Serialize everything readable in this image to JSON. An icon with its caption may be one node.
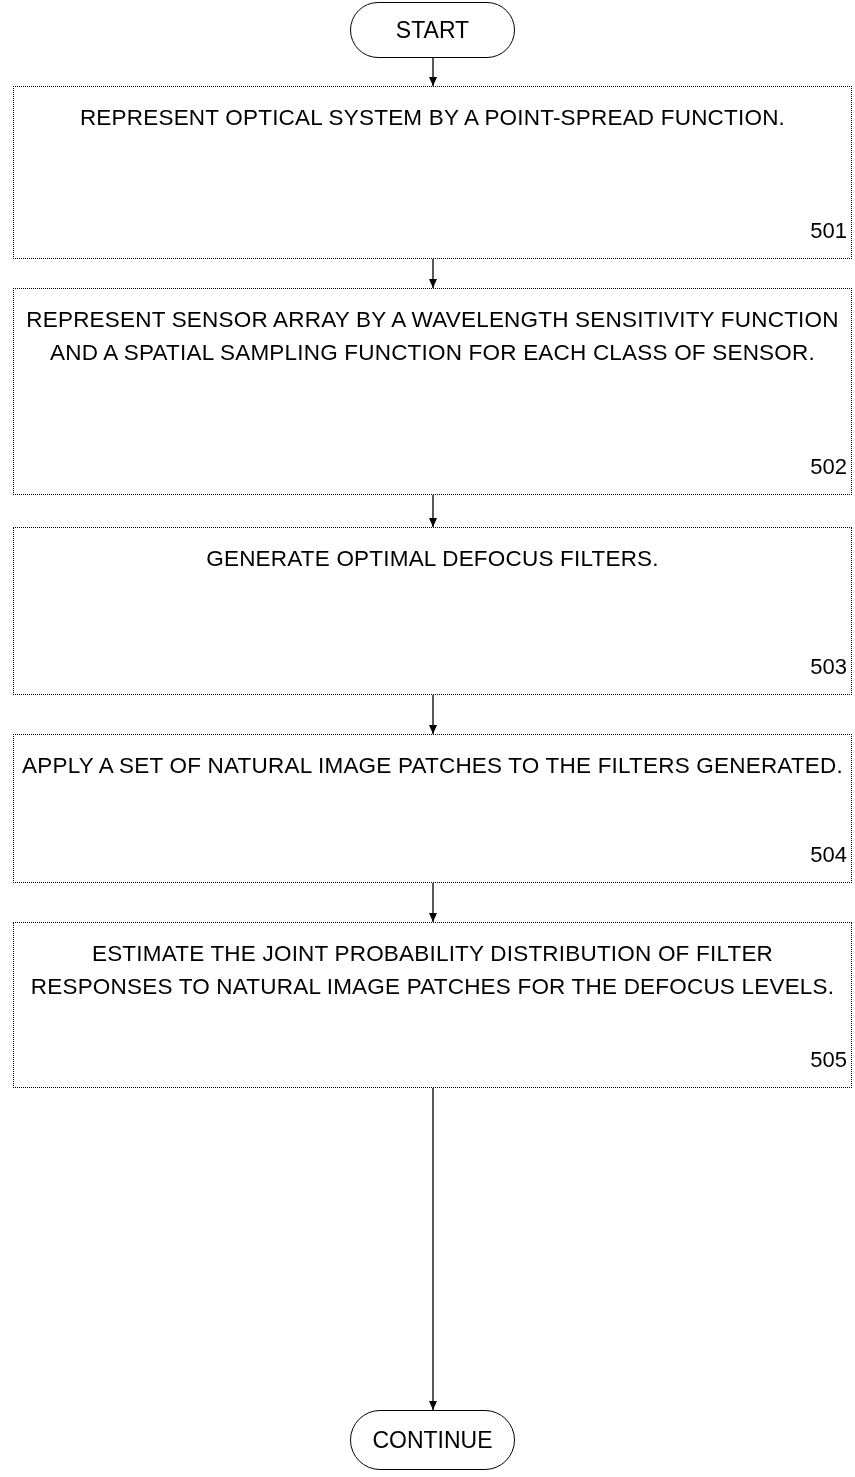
{
  "diagram": {
    "nodes": [
      {
        "text": [
          "START"
        ]
      },
      {
        "text": [
          "REPRESENT OPTICAL SYSTEM BY A POINT-SPREAD FUNCTION.",
          "501"
        ]
      },
      {
        "text": [
          "REPRESENT SENSOR ARRAY BY A WAVELENGTH SENSITIVITY FUNCTION AND A SPATIAL SAMPLING FUNCTION FOR EACH CLASS OF SENSOR.",
          "502"
        ]
      },
      {
        "text": [
          "GENERATE OPTIMAL DEFOCUS FILTERS.",
          "503"
        ]
      },
      {
        "text": [
          "APPLY A SET OF NATURAL IMAGE PATCHES TO THE FILTERS GENERATED.",
          "504"
        ]
      },
      {
        "text": [
          "ESTIMATE THE JOINT PROBABILITY DISTRIBUTION OF FILTER RESPONSES TO NATURAL IMAGE PATCHES FOR THE DEFOCUS LEVELS.",
          "505"
        ]
      },
      {
        "text": [
          "CONTINUE"
        ]
      }
    ],
    "edges": [
      {
        "from": 0,
        "to": 1,
        "arrow": "to"
      },
      {
        "from": 1,
        "to": 2,
        "arrow": "to"
      },
      {
        "from": 2,
        "to": 3,
        "arrow": "to"
      },
      {
        "from": 3,
        "to": 4,
        "arrow": "to"
      },
      {
        "from": 4,
        "to": 5,
        "arrow": "to"
      },
      {
        "from": 5,
        "to": 6,
        "arrow": "to"
      }
    ]
  }
}
